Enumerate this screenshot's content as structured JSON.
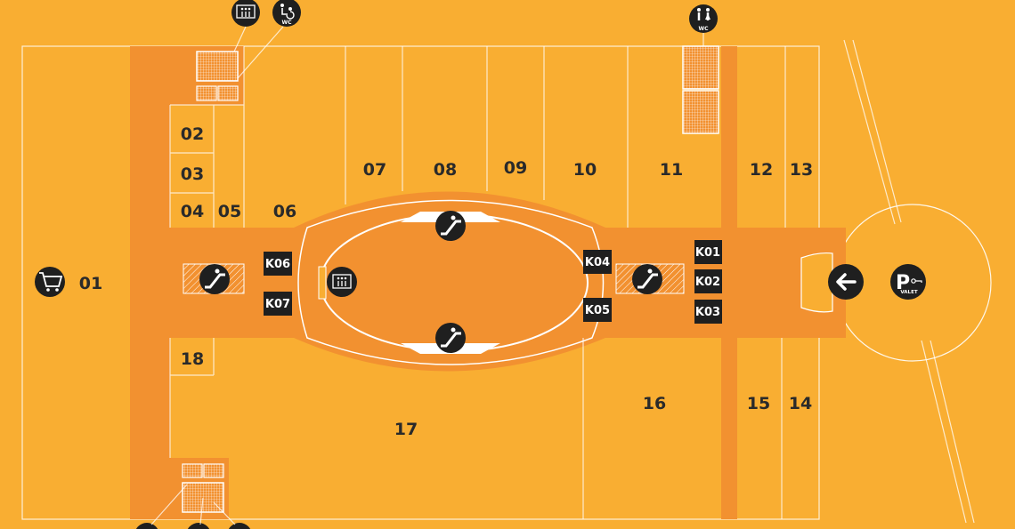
{
  "colors": {
    "background": "#F9AE32",
    "corridor": "#F29130",
    "outline": "#ffffff",
    "label": "#2a2a2a",
    "icon": "#1f1f1f"
  },
  "units": {
    "u01": "01",
    "u02": "02",
    "u03": "03",
    "u04": "04",
    "u05": "05",
    "u06": "06",
    "u07": "07",
    "u08": "08",
    "u09": "09",
    "u10": "10",
    "u11": "11",
    "u12": "12",
    "u13": "13",
    "u14": "14",
    "u15": "15",
    "u16": "16",
    "u17": "17",
    "u18": "18"
  },
  "kiosks": {
    "k01": "K01",
    "k02": "K02",
    "k03": "K03",
    "k04": "K04",
    "k05": "K05",
    "k06": "K06",
    "k07": "K07"
  },
  "icons": {
    "wc_label": "WC",
    "parking_letter": "P",
    "valet_label": "VALET",
    "names": [
      "shopping-cart-icon",
      "escalator-icon",
      "elevator-icon",
      "restroom-icon",
      "accessible-wc-icon",
      "entrance-arrow-icon",
      "valet-parking-icon"
    ]
  }
}
